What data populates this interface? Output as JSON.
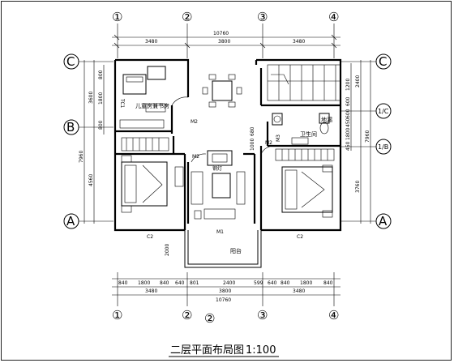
{
  "axes": {
    "top": [
      "①",
      "②",
      "③",
      "④"
    ],
    "bottom": [
      "①",
      "②",
      "③",
      "④"
    ],
    "bottom_extra": "②",
    "left": [
      "C",
      "B",
      "A"
    ],
    "right": [
      "C",
      "1/C",
      "1/B",
      "A"
    ]
  },
  "dims": {
    "top_total": "10760",
    "top_parts": [
      "3480",
      "3800",
      "3480"
    ],
    "bottom_row1": [
      "840",
      "1800",
      "840",
      "640",
      "801",
      "2400",
      "599",
      "640",
      "840",
      "1800",
      "840"
    ],
    "bottom_row2": [
      "3480",
      "3800",
      "3480"
    ],
    "bottom_total": "10760",
    "left_outer": [
      "3600",
      "4560"
    ],
    "left_total": "7960",
    "left_inner": [
      "800",
      "1800",
      "800"
    ],
    "right_outer": [
      "2400",
      "3760"
    ],
    "right_total": "7960",
    "right_inner": [
      "1200",
      "600",
      "600",
      "450",
      "1800",
      "450"
    ],
    "mid": [
      "680",
      "1000"
    ],
    "balcony": "2000"
  },
  "rooms": {
    "child_room": "儿童房兼书房",
    "bathroom": "卫生间",
    "floor_drain": "地漏",
    "balcony": "阳台",
    "small_label": "钢灯"
  },
  "marks": {
    "tc1": "TC1",
    "m2_a": "M2",
    "m2_b": "M2",
    "m2_c": "M2",
    "m3": "M3",
    "m1": "M1",
    "c2_left": "C2",
    "c2_right": "C2"
  },
  "title": "二层平面布局图",
  "scale": "1:100"
}
